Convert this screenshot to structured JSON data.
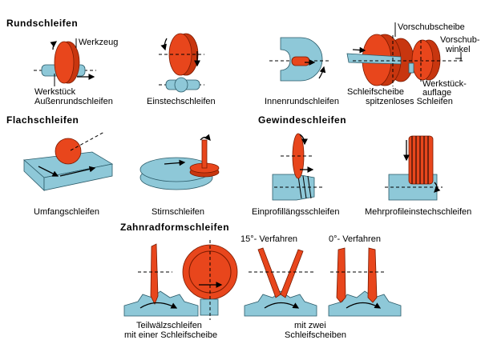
{
  "headings": {
    "rund": "Rundschleifen",
    "flach": "Flachschleifen",
    "gewinde": "Gewindeschleifen",
    "zahnrad": "Zahnradformschleifen"
  },
  "rund": {
    "werkzeug": "Werkzeug",
    "werkstueck": "Werkstück",
    "aussen": "Außenrundschleifen",
    "einstech": "Einstechschleifen",
    "innen": "Innenrundschleifen",
    "vorschubscheibe": "Vorschubscheibe",
    "vorschub1": "Vorschub-",
    "vorschub2": "winkel",
    "schleifscheibe": "Schleifscheibe",
    "auflage1": "Werkstück-",
    "auflage2": "auflage",
    "spitzenlos": "spitzenloses Schleifen"
  },
  "flach": {
    "umfang": "Umfangschleifen",
    "stirn": "Stirnschleifen"
  },
  "gewinde": {
    "einprofil": "Einprofillängsschleifen",
    "mehrprofil": "Mehrprofileinstechschleifen"
  },
  "zahnrad": {
    "v15": "15°- Verfahren",
    "v0": "0°- Verfahren",
    "teil1": "Teilwälzschleifen",
    "teil2": "mit einer Schleifscheibe",
    "zwei1": "mit zwei",
    "zwei2": "Schleifscheiben"
  },
  "colors": {
    "wheel": "#e8461c",
    "workpiece": "#8ec8d8"
  }
}
